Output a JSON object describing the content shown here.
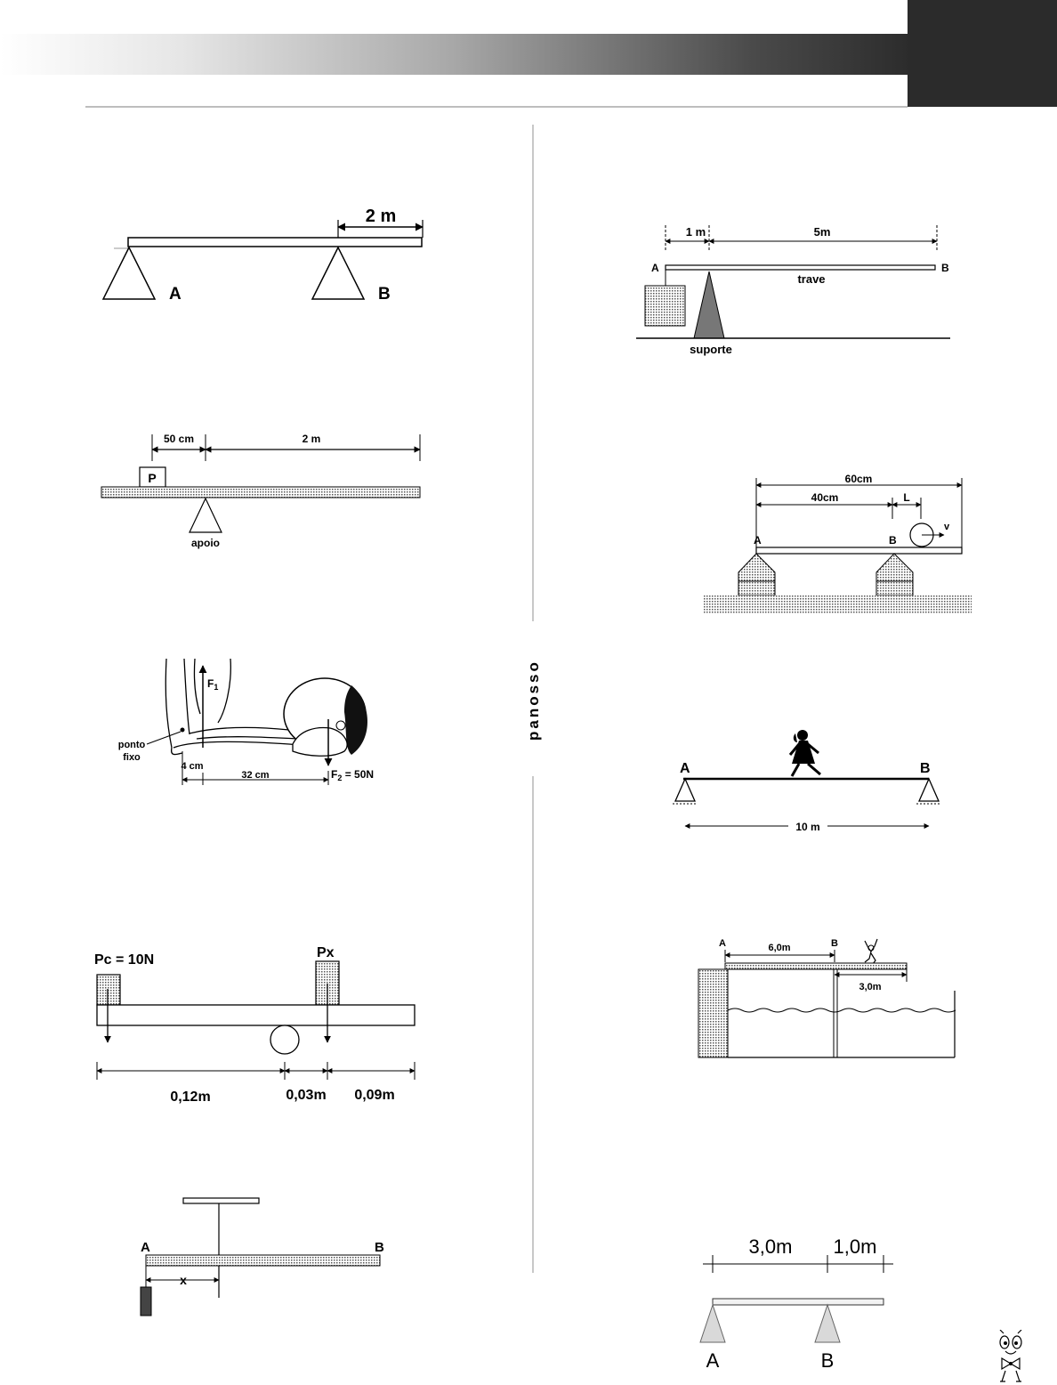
{
  "brand": {
    "vertical_text": "panosso"
  },
  "figures": {
    "fig1": {
      "dim": "2 m",
      "label_a": "A",
      "label_b": "B"
    },
    "fig2": {
      "dim_left": "50 cm",
      "dim_right": "2 m",
      "box_label": "P",
      "support_label": "apoio"
    },
    "fig3": {
      "force1": "F",
      "force1_sub": "1",
      "label_fixed_1": "ponto",
      "label_fixed_2": "fixo",
      "dim_small": "4 cm",
      "dim_long": "32 cm",
      "force2": "F",
      "force2_sub": "2",
      "force2_value": " = 50N"
    },
    "fig4": {
      "pc_label": "Pc = 10N",
      "px_label": "Px",
      "dim_1": "0,12m",
      "dim_2": "0,03m",
      "dim_3": "0,09m"
    },
    "fig5": {
      "label_a": "A",
      "label_b": "B",
      "dim_x": "x"
    },
    "fig6": {
      "dim_1": "1 m",
      "dim_2": "5m",
      "label_a": "A",
      "label_b": "B",
      "beam_label": "trave",
      "support_label": "suporte"
    },
    "fig7": {
      "dim_total": "60cm",
      "dim_ab": "40cm",
      "dim_l": "L",
      "label_a": "A",
      "label_b": "B",
      "velocity": "v"
    },
    "fig8": {
      "label_a": "A",
      "label_b": "B",
      "dim": "10 m"
    },
    "fig9": {
      "label_a": "A",
      "label_b": "B",
      "dim_ab": "6,0m",
      "dim_over": "3,0m"
    },
    "fig10": {
      "dim_1": "3,0m",
      "dim_2": "1,0m",
      "label_a": "A",
      "label_b": "B"
    }
  }
}
